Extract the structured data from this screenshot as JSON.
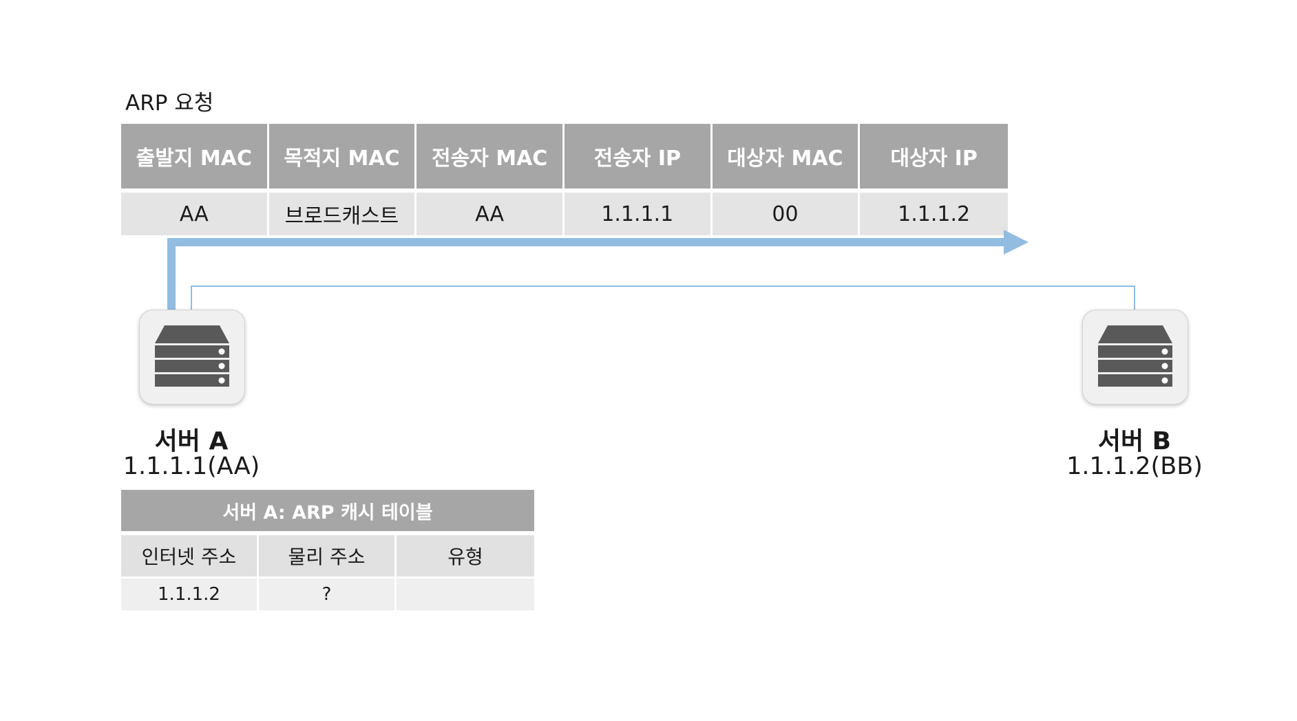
{
  "arp_request": {
    "title": "ARP 요청",
    "headers": [
      "출발지 MAC",
      "목적지 MAC",
      "전송자 MAC",
      "전송자 IP",
      "대상자 MAC",
      "대상자 IP"
    ],
    "values": [
      "AA",
      "브로드캐스트",
      "AA",
      "1.1.1.1",
      "00",
      "1.1.1.2"
    ]
  },
  "server_a": {
    "name": "서버 A",
    "address": "1.1.1.1(AA)"
  },
  "server_b": {
    "name": "서버 B",
    "address": "1.1.1.2(BB)"
  },
  "cache_table": {
    "title": "서버 A: ARP 캐시 테이블",
    "headers": [
      "인터넷 주소",
      "물리 주소",
      "유형"
    ],
    "row": [
      "1.1.1.2",
      "?",
      ""
    ]
  },
  "icons": [
    "server-icon",
    "server-icon"
  ],
  "colors": {
    "header_fill": "#a6a6a6",
    "cell_fill": "#e4e4e4",
    "arrow": "#92bce0",
    "link_line": "#6aa6d6",
    "server_icon": "#595959"
  }
}
